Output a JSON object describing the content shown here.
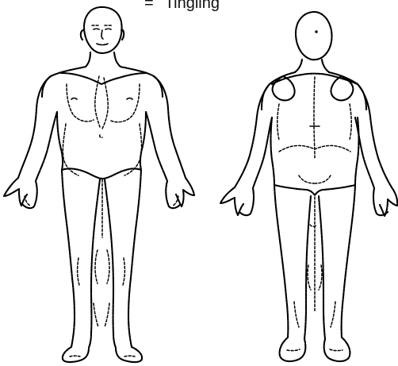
{
  "legend": {
    "symbol": "=",
    "label": "Tingling"
  },
  "figures": {
    "front": "front-view",
    "back": "back-view"
  }
}
